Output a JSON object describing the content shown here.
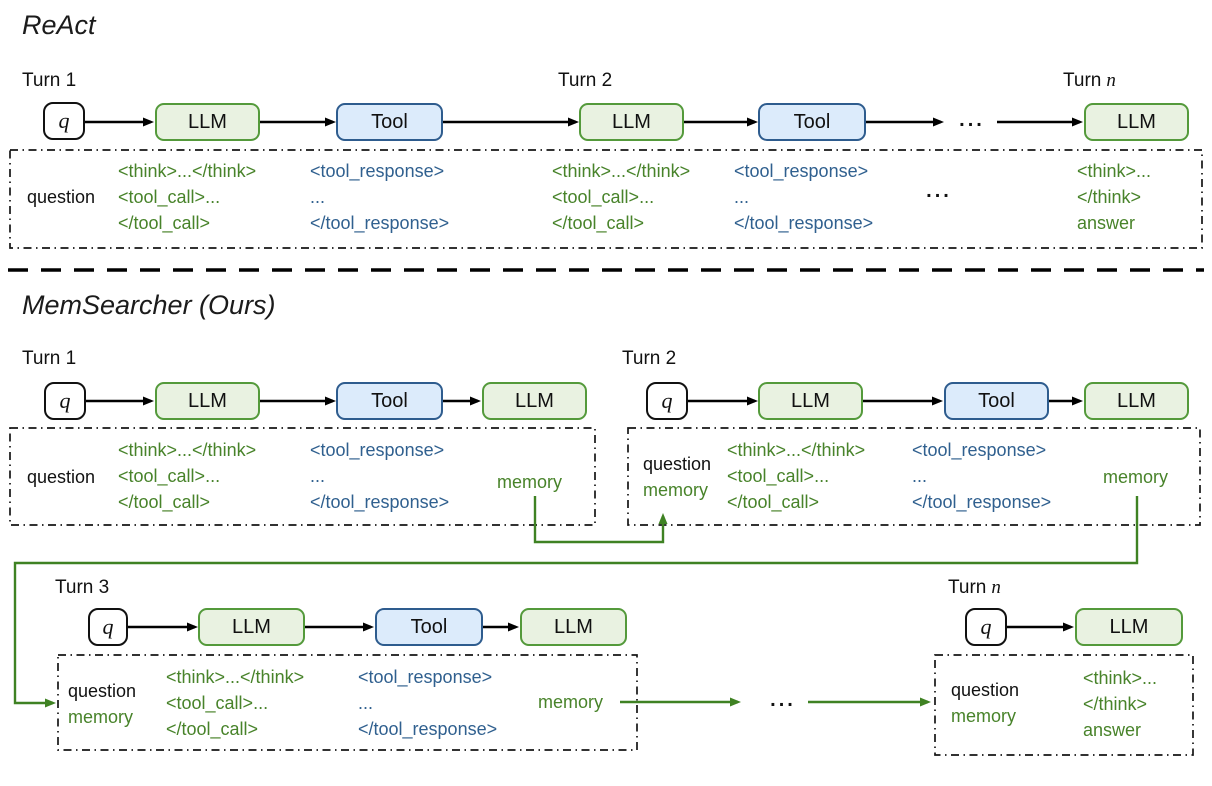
{
  "colors": {
    "llm_fill": "#e9f2e1",
    "llm_border": "#549a3b",
    "tool_fill": "#dcebfb",
    "tool_border": "#2e5c8e",
    "green_text": "#48832a",
    "blue_text": "#30608f",
    "memory_arrow_green": "#3f8223",
    "black": "#111111"
  },
  "labels": {
    "q": "q",
    "llm": "LLM",
    "tool": "Tool",
    "ellipsis": "...",
    "turn_prefix": "Turn",
    "turn_n": "n",
    "turn1": "Turn 1",
    "turn2": "Turn 2",
    "turn3": "Turn 3"
  },
  "tokens": {
    "question": "question",
    "memory": "memory",
    "think_pair": "<think>...</think>",
    "tool_call_open": "<tool_call>...",
    "tool_call_close": "</tool_call>",
    "tool_response_open": "<tool_response>",
    "tool_response_dots": "...",
    "tool_response_close": "</tool_response>",
    "think_open": "<think>...",
    "think_close": "</think>",
    "answer": "answer"
  },
  "sections": {
    "react": {
      "title": "ReAct"
    },
    "memsearcher": {
      "title": "MemSearcher (Ours)"
    }
  }
}
